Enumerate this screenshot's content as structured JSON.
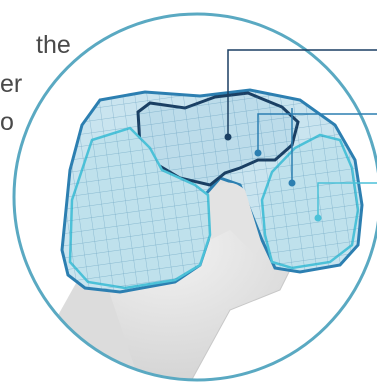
{
  "text_fragments": [
    "the",
    "er",
    "o"
  ],
  "colors": {
    "circle_border": "#5aa9c2",
    "dark_outline": "#1a3f63",
    "mid_outline": "#2c7fb1",
    "light_outline": "#4cc1d8",
    "cartilage_fill": "#c9e4ef",
    "bone": "#e4e4e4"
  },
  "icons": [
    "knee-cartilage-illustration"
  ]
}
